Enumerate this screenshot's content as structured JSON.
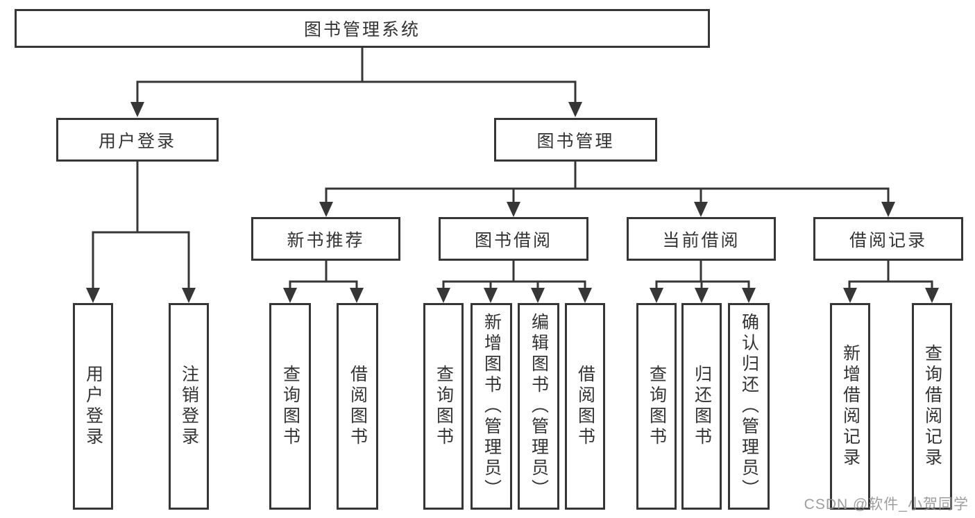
{
  "watermark": {
    "text": "CSDN @软件_小贺同学"
  },
  "colors": {
    "line": "#363636",
    "text": "#333333",
    "background": "#ffffff",
    "watermark": "#949494"
  },
  "tree": {
    "label": "图书管理系统",
    "children": [
      {
        "label": "用户登录",
        "children": [
          {
            "label": "用户登录"
          },
          {
            "label": "注销登录"
          }
        ]
      },
      {
        "label": "图书管理",
        "children": [
          {
            "label": "新书推荐",
            "children": [
              {
                "label": "查询图书"
              },
              {
                "label": "借阅图书"
              }
            ]
          },
          {
            "label": "图书借阅",
            "children": [
              {
                "label": "查询图书"
              },
              {
                "label": "新增图书（管理员）"
              },
              {
                "label": "编辑图书（管理员）"
              },
              {
                "label": "借阅图书"
              }
            ]
          },
          {
            "label": "当前借阅",
            "children": [
              {
                "label": "查询图书"
              },
              {
                "label": "归还图书"
              },
              {
                "label": "确认归还（管理员）"
              }
            ]
          },
          {
            "label": "借阅记录",
            "children": [
              {
                "label": "新增借阅记录"
              },
              {
                "label": "查询借阅记录"
              }
            ]
          }
        ]
      }
    ]
  }
}
